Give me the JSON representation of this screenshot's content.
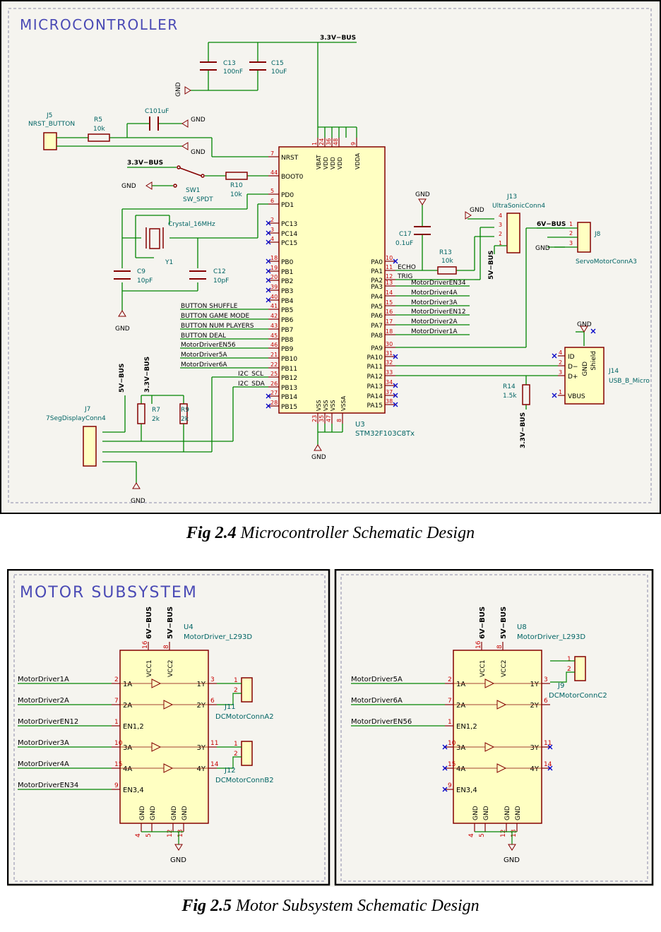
{
  "colors": {
    "wire": "#008400",
    "component": "#840000",
    "fill": "#ffffc2",
    "ref": "#006464",
    "pin": "#c80000",
    "nc": "#0000c8",
    "bus": "#000000",
    "border": "#840000",
    "frame": "#8a8aa8",
    "title": "#4a4ab5"
  },
  "fig1": {
    "title": "MICROCONTROLLER",
    "caption_num": "Fig 2.4",
    "caption_text": "Microcontroller Schematic Design",
    "bus33": "3.3V−BUS",
    "bus5": "5V−BUS",
    "bus6": "6V−BUS",
    "gnd": "GND",
    "c13": {
      "ref": "C13",
      "val": "100nF"
    },
    "c15": {
      "ref": "C15",
      "val": "10uF"
    },
    "c101": "C101uF",
    "j5": {
      "ref": "J5",
      "val": "NRST_BUTTON"
    },
    "r5": {
      "ref": "R5",
      "val": "10k"
    },
    "sw1": {
      "ref": "SW1",
      "val": "SW_SPDT"
    },
    "r10": {
      "ref": "R10",
      "val": "10k"
    },
    "y1": {
      "ref": "Y1",
      "val": "Crystal_16MHz"
    },
    "c9": {
      "ref": "C9",
      "val": "10pF"
    },
    "c12": {
      "ref": "C12",
      "val": "10pF"
    },
    "c17": {
      "ref": "C17",
      "val": "0.1uF"
    },
    "r13": {
      "ref": "R13",
      "val": "10k"
    },
    "j13": {
      "ref": "J13",
      "val": "UltraSonicConn4"
    },
    "j8": {
      "ref": "J8",
      "val": "ServoMotorConnA3"
    },
    "j14": {
      "ref": "J14",
      "val": "USB_B_Micro"
    },
    "r14": {
      "ref": "R14",
      "val": "1.5k"
    },
    "r7": {
      "ref": "R7",
      "val": "2k"
    },
    "r9": {
      "ref": "R9",
      "val": "2k"
    },
    "j7": {
      "ref": "J7",
      "val": "7SegDisplayConn4"
    },
    "u3": {
      "ref": "U3",
      "val": "STM32F103C8Tx"
    },
    "usb_pins": [
      "ID",
      "D−",
      "D+",
      "VBUS"
    ],
    "usb_shield": "GND",
    "usb_shield2": "Shield",
    "top_pins": [
      {
        "n": "1",
        "name": "VBAT"
      },
      {
        "n": "24",
        "name": "VDD"
      },
      {
        "n": "36",
        "name": "VDD"
      },
      {
        "n": "48",
        "name": "VDD"
      },
      {
        "n": "9",
        "name": "VDDA"
      }
    ],
    "bottom_pins": [
      {
        "n": "23",
        "name": "VSS"
      },
      {
        "n": "35",
        "name": "VSS"
      },
      {
        "n": "47",
        "name": "VSS"
      },
      {
        "n": "8",
        "name": "VSSA"
      }
    ],
    "left_pins": [
      {
        "n": "7",
        "name": "NRST",
        "net": ""
      },
      {
        "n": "44",
        "name": "BOOT0",
        "net": ""
      },
      {
        "n": "5",
        "name": "PD0",
        "net": ""
      },
      {
        "n": "6",
        "name": "PD1",
        "net": ""
      },
      {
        "n": "2",
        "name": "PC13",
        "net": ""
      },
      {
        "n": "3",
        "name": "PC14",
        "net": ""
      },
      {
        "n": "4",
        "name": "PC15",
        "net": ""
      },
      {
        "n": "18",
        "name": "PB0",
        "net": ""
      },
      {
        "n": "19",
        "name": "PB1",
        "net": ""
      },
      {
        "n": "20",
        "name": "PB2",
        "net": ""
      },
      {
        "n": "39",
        "name": "PB3",
        "net": ""
      },
      {
        "n": "40",
        "name": "PB4",
        "net": ""
      },
      {
        "n": "41",
        "name": "PB5",
        "net": "BUTTON SHUFFLE"
      },
      {
        "n": "42",
        "name": "PB6",
        "net": "BUTTON GAME MODE"
      },
      {
        "n": "43",
        "name": "PB7",
        "net": "BUTTON NUM PLAYERS"
      },
      {
        "n": "45",
        "name": "PB8",
        "net": "BUTTON DEAL"
      },
      {
        "n": "46",
        "name": "PB9",
        "net": "MotorDriverEN56"
      },
      {
        "n": "21",
        "name": "PB10",
        "net": "MotorDriver5A"
      },
      {
        "n": "22",
        "name": "PB11",
        "net": "MotorDriver6A"
      },
      {
        "n": "25",
        "name": "PB12",
        "net": "I2C_SCL"
      },
      {
        "n": "26",
        "name": "PB13",
        "net": "I2C_SDA"
      },
      {
        "n": "27",
        "name": "PB14",
        "net": ""
      },
      {
        "n": "28",
        "name": "PB15",
        "net": ""
      }
    ],
    "right_pins": [
      {
        "n": "10",
        "name": "PA0",
        "net": ""
      },
      {
        "n": "11",
        "name": "PA1",
        "net": "ECHO"
      },
      {
        "n": "12",
        "name": "PA2",
        "net": "TRIG"
      },
      {
        "n": "13",
        "name": "PA3",
        "net": "MotorDriverEN34"
      },
      {
        "n": "14",
        "name": "PA4",
        "net": "MotorDriver4A"
      },
      {
        "n": "15",
        "name": "PA5",
        "net": "MotorDriver3A"
      },
      {
        "n": "16",
        "name": "PA6",
        "net": "MotorDriverEN12"
      },
      {
        "n": "17",
        "name": "PA7",
        "net": "MotorDriver2A"
      },
      {
        "n": "18",
        "name": "PA8",
        "net": "MotorDriver1A"
      },
      {
        "n": "30",
        "name": "PA9",
        "net": ""
      },
      {
        "n": "31",
        "name": "PA10",
        "net": ""
      },
      {
        "n": "32",
        "name": "PA11",
        "net": ""
      },
      {
        "n": "33",
        "name": "PA12",
        "net": ""
      },
      {
        "n": "34",
        "name": "PA13",
        "net": ""
      },
      {
        "n": "37",
        "name": "PA14",
        "net": ""
      },
      {
        "n": "38",
        "name": "PA15",
        "net": ""
      }
    ]
  },
  "fig2": {
    "title": "MOTOR SUBSYSTEM",
    "caption_num": "Fig 2.5",
    "caption_text": "Motor Subsystem Schematic Design",
    "bus6": "6V−BUS",
    "bus5": "5V−BUS",
    "gnd": "GND",
    "u4": {
      "ref": "U4",
      "val": "MotorDriver_L293D",
      "inputs": [
        "MotorDriver1A",
        "MotorDriver2A",
        "MotorDriverEN12",
        "MotorDriver3A",
        "MotorDriver4A",
        "MotorDriverEN34"
      ]
    },
    "u8": {
      "ref": "U8",
      "val": "MotorDriver_L293D",
      "inputs": [
        "MotorDriver5A",
        "MotorDriver6A",
        "MotorDriverEN56"
      ]
    },
    "j11": {
      "ref": "J11",
      "val": "DCMotorConnA2"
    },
    "j12": {
      "ref": "J12",
      "val": "DCMotorConnB2"
    },
    "j9": {
      "ref": "J9",
      "val": "DCMotorConnC2"
    },
    "pins_in": [
      {
        "n": "2",
        "name": "1A"
      },
      {
        "n": "7",
        "name": "2A"
      },
      {
        "n": "1",
        "name": "EN1,2"
      },
      {
        "n": "10",
        "name": "3A"
      },
      {
        "n": "15",
        "name": "4A"
      },
      {
        "n": "9",
        "name": "EN3,4"
      }
    ],
    "pins_out": [
      {
        "n": "3",
        "name": "1Y"
      },
      {
        "n": "6",
        "name": "2Y"
      },
      {
        "n": "11",
        "name": "3Y"
      },
      {
        "n": "14",
        "name": "4Y"
      }
    ],
    "pins_top": [
      {
        "n": "16",
        "name": "VCC1"
      },
      {
        "n": "8",
        "name": "VCC2"
      }
    ],
    "pins_bot": [
      {
        "n": "4",
        "name": "GND"
      },
      {
        "n": "5",
        "name": "GND"
      },
      {
        "n": "12",
        "name": "GND"
      },
      {
        "n": "13",
        "name": "GND"
      }
    ]
  }
}
